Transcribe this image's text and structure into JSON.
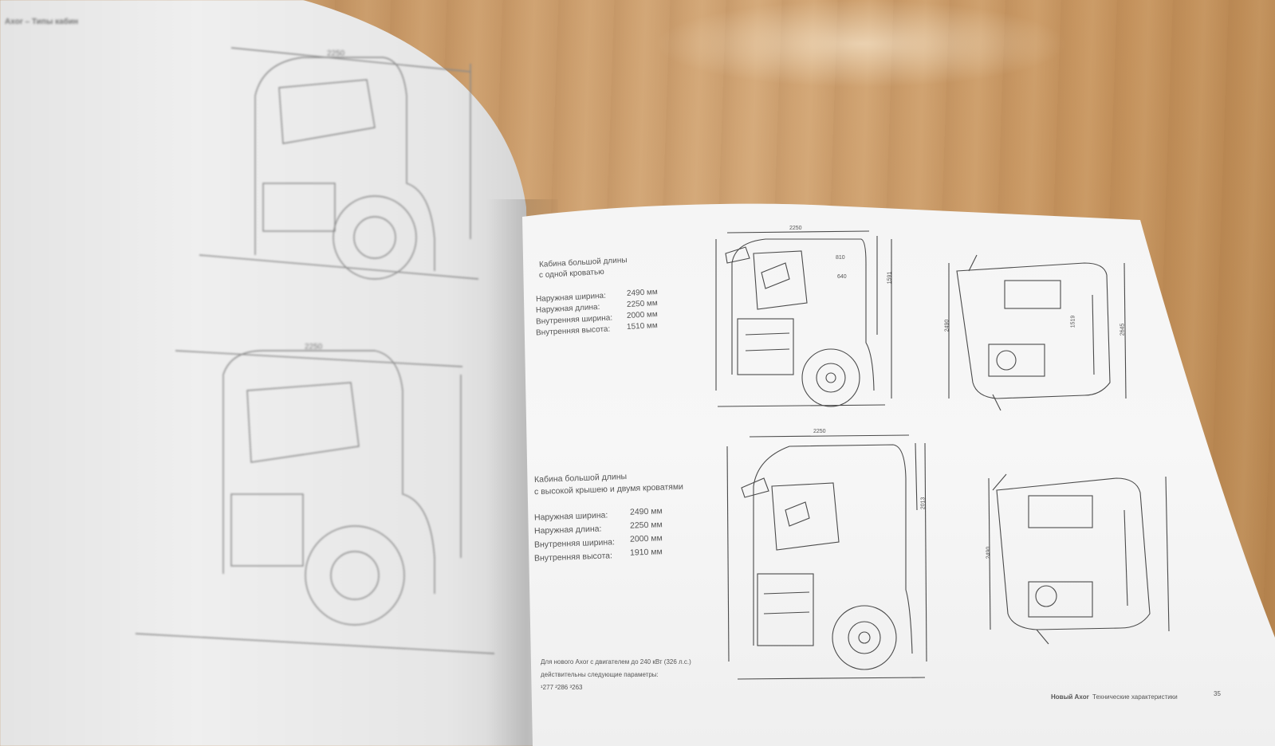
{
  "right_page": {
    "section1": {
      "title_line1": "Кабина большой длины",
      "title_line2": "с одной кроватью",
      "specs": [
        {
          "label": "Наружная ширина:",
          "value": "2490 мм"
        },
        {
          "label": "Наружная длина:",
          "value": "2250 мм"
        },
        {
          "label": "Внутренняя ширина:",
          "value": "2000 мм"
        },
        {
          "label": "Внутренняя высота:",
          "value": "1510 мм"
        }
      ]
    },
    "section2": {
      "title_line1": "Кабина большой длины",
      "title_line2": "с высокой крышею и двумя кроватями",
      "specs": [
        {
          "label": "Наружная ширина:",
          "value": "2490 мм"
        },
        {
          "label": "Наружная длина:",
          "value": "2250 мм"
        },
        {
          "label": "Внутренняя ширина:",
          "value": "2000 мм"
        },
        {
          "label": "Внутренняя высота:",
          "value": "1910 мм"
        }
      ]
    },
    "footnote_line1": "Для нового Axor с двигателем до 240 кВт (326 л.с.)",
    "footnote_line2": "действительны следующие параметры:",
    "footnote_values": "¹277  ²286  ³263",
    "footer_brand": "Новый Axor",
    "footer_title": "Технические характеристики",
    "page_number": "35",
    "dims": {
      "top_width_1": "2250",
      "top_width_2": "2250",
      "dim_a": "810",
      "dim_b": "640",
      "dim_c": "1591",
      "dim_d": "1519",
      "dim_e": "2490",
      "dim_f": "2645",
      "dim_g": "2490",
      "dim_h": "2013"
    }
  },
  "left_page": {
    "header": "Axor – Типы кабин",
    "top_dim": "2250",
    "mid_dim": "2250"
  }
}
